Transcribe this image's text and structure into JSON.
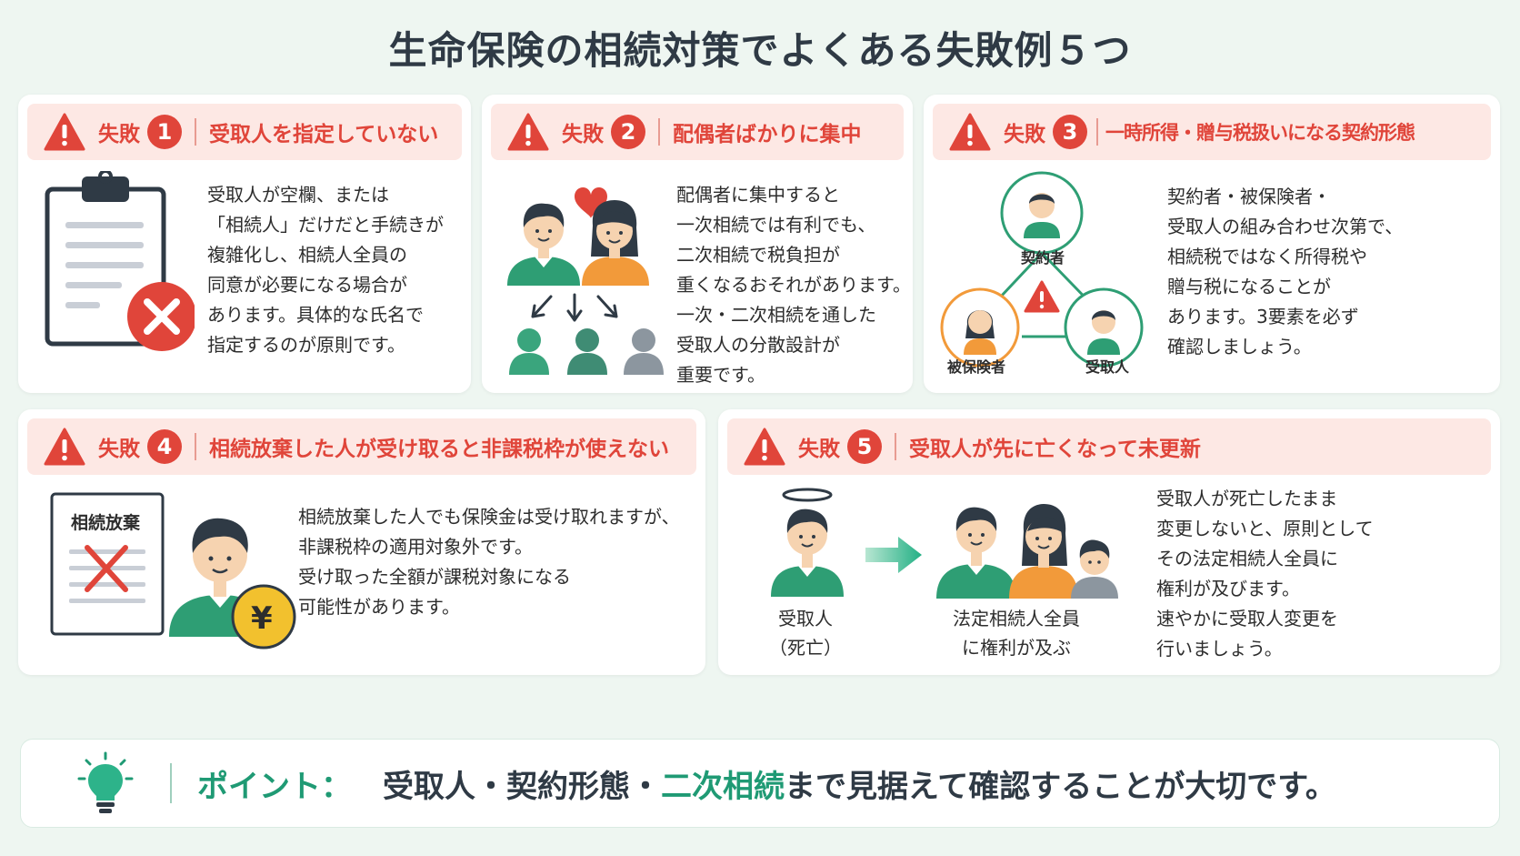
{
  "title": "生命保険の相続対策でよくある失敗例５つ",
  "fail_word": "失敗",
  "cards": [
    {
      "number": "1",
      "header": "受取人を指定していない",
      "lines": [
        "受取人が空欄、または",
        "「相続人」だけだと手続きが",
        "複雑化し、相続人全員の",
        "同意が必要になる場合が",
        "あります。具体的な氏名で",
        "指定するのが原則です。"
      ]
    },
    {
      "number": "2",
      "header": "配偶者ばかりに集中",
      "lines": [
        "配偶者に集中すると",
        "一次相続では有利でも、",
        "二次相続で税負担が",
        "重くなるおそれがあります。",
        "一次・二次相続を通した",
        "受取人の分散設計が",
        "重要です。"
      ]
    },
    {
      "number": "3",
      "header": "一時所得・贈与税扱いになる契約形態",
      "lines": [
        "契約者・被保険者・",
        "受取人の組み合わせ次第で、",
        "相続税ではなく所得税や",
        "贈与税になることが",
        "あります。3要素を必ず",
        "確認しましょう。"
      ],
      "labels": {
        "contractor": "契約者",
        "insured": "被保険者",
        "beneficiary": "受取人"
      }
    },
    {
      "number": "4",
      "header": "相続放棄した人が受け取ると非課税枠が使えない",
      "lines": [
        "相続放棄した人でも保険金は受け取れますが、",
        "非課税枠の適用対象外です。",
        "受け取った全額が課税対象になる",
        "可能性があります。"
      ],
      "doc_label": "相続放棄",
      "yen": "¥"
    },
    {
      "number": "5",
      "header": "受取人が先に亡くなって未更新",
      "lines": [
        "受取人が死亡したまま",
        "変更しないと、原則として",
        "その法定相続人全員に",
        "権利が及びます。",
        "速やかに受取人変更を",
        "行いましょう。"
      ],
      "left_label": [
        "受取人",
        "（死亡）"
      ],
      "right_label": [
        "法定相続人全員",
        "に権利が及ぶ"
      ]
    }
  ],
  "point": {
    "label": "ポイント：",
    "text_before": "受取人・契約形態・",
    "highlight": "二次相続",
    "text_after": "まで見据えて確認することが大切です。"
  },
  "colors": {
    "accent_red": "#e0453a",
    "accent_green": "#1f9a74",
    "person_green": "#2e9e74",
    "person_orange": "#f29a3a"
  }
}
